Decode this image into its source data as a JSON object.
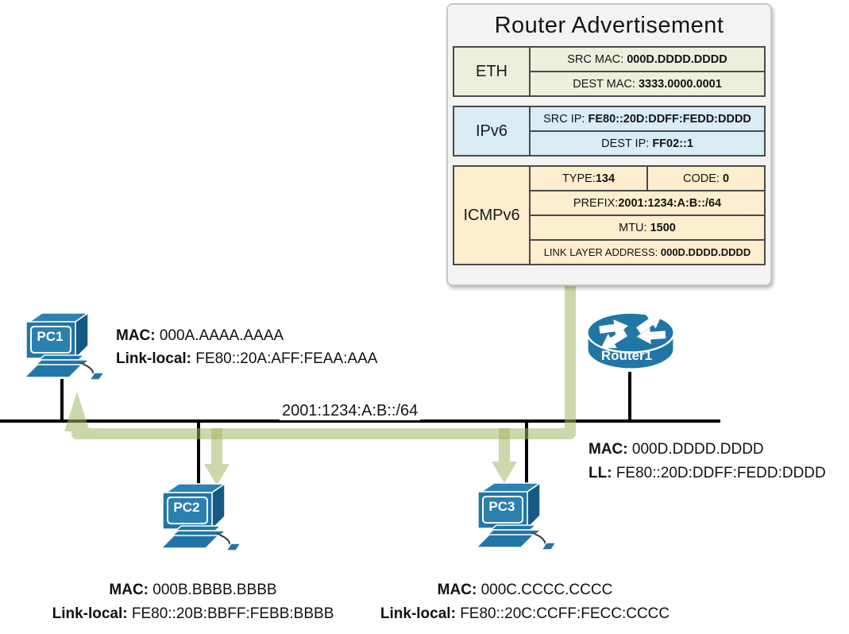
{
  "packet": {
    "title": "Router Advertisement",
    "eth": {
      "header": "ETH",
      "src": {
        "label": "SRC MAC: ",
        "value": "000D.DDDD.DDDD"
      },
      "dest": {
        "label": "DEST MAC: ",
        "value": "3333.0000.0001"
      }
    },
    "ipv6": {
      "header": "IPv6",
      "src": {
        "label": "SRC IP: ",
        "value": "FE80::20D:DDFF:FEDD:DDDD"
      },
      "dest": {
        "label": "DEST IP: ",
        "value": "FF02::1"
      }
    },
    "icmpv6": {
      "header": "ICMPv6",
      "type": {
        "label": "TYPE:",
        "value": "134"
      },
      "code": {
        "label": "CODE: ",
        "value": "0"
      },
      "prefix": {
        "label": "PREFIX:",
        "value": "2001:1234:A:B::/64"
      },
      "mtu": {
        "label": "MTU: ",
        "value": "1500"
      },
      "lla": {
        "label": "LINK LAYER ADDRESS: ",
        "value": "000D.DDDD.DDDD"
      }
    }
  },
  "network": {
    "segment_label": "2001:1234:A:B::/64",
    "pc1": {
      "name": "PC1",
      "mac_label": "MAC: ",
      "mac": "000A.AAAA.AAAA",
      "ll_label": "Link-local: ",
      "ll": "FE80::20A:AFF:FEAA:AAA"
    },
    "pc2": {
      "name": "PC2",
      "mac_label": "MAC: ",
      "mac": "000B.BBBB.BBBB",
      "ll_label": "Link-local: ",
      "ll": "FE80::20B:BBFF:FEBB:BBBB"
    },
    "pc3": {
      "name": "PC3",
      "mac_label": "MAC: ",
      "mac": "000C.CCCC.CCCC",
      "ll_label": "Link-local: ",
      "ll": "FE80::20C:CCFF:FECC:CCCC"
    },
    "router": {
      "name": "Router1",
      "mac_label": "MAC: ",
      "mac": "000D.DDDD.DDDD",
      "ll_label": "LL: ",
      "ll": "FE80::20D:DDFF:FEDD:DDDD"
    }
  },
  "colors": {
    "eth_fill": "#eaf0dc",
    "ipv6_fill": "#daecf4",
    "icmpv6_fill": "#fdeecd",
    "device_blue": "#2176a6",
    "flow_green": "#a0b868"
  }
}
